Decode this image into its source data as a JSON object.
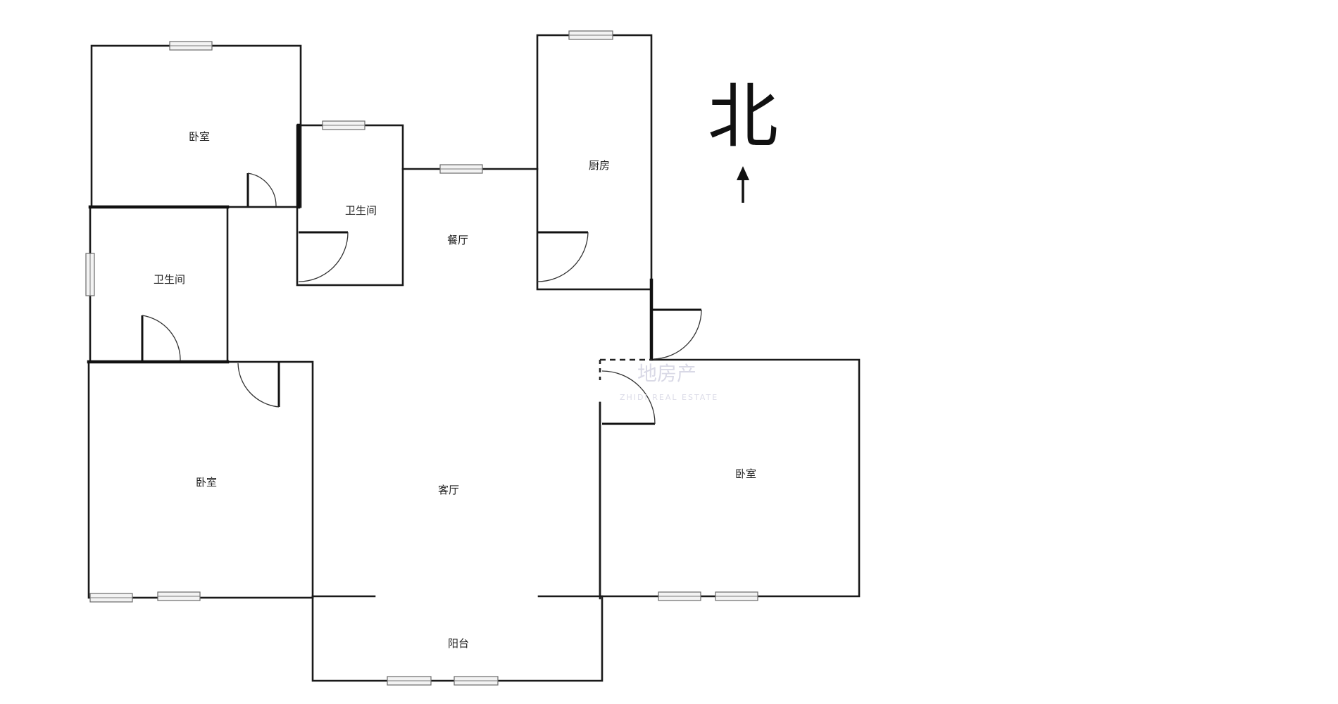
{
  "compass": {
    "label": "北"
  },
  "rooms": {
    "bedroom_nw": "卧室",
    "bathroom_center": "卫生间",
    "kitchen": "厨房",
    "dining": "餐厅",
    "bathroom_west": "卫生间",
    "bedroom_sw": "卧室",
    "living": "客厅",
    "bedroom_east": "卧室",
    "balcony": "阳台"
  },
  "watermark": {
    "text": "地房产",
    "sub": "ZHIDI REAL ESTATE"
  }
}
